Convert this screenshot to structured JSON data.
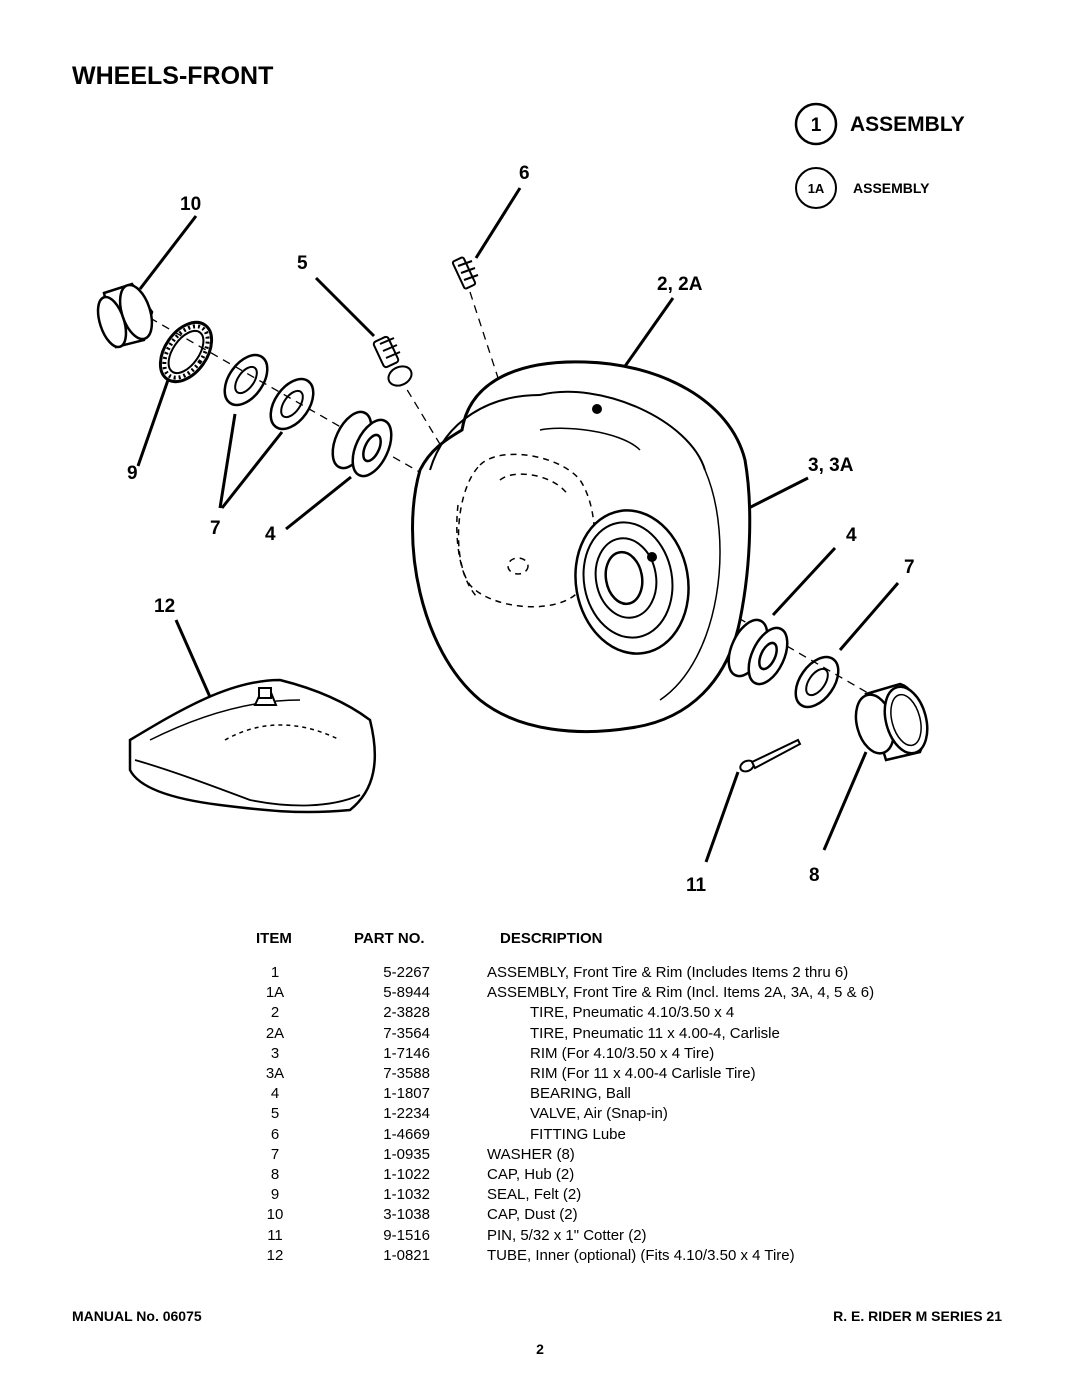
{
  "page": {
    "title": "WHEELS-FRONT",
    "manual_no": "MANUAL No. 06075",
    "series": "R. E. RIDER M SERIES 21",
    "page_number": "2"
  },
  "legend": {
    "assembly_1_num": "1",
    "assembly_1_label": "ASSEMBLY",
    "assembly_1a_num": "1A",
    "assembly_1a_label": "ASSEMBLY"
  },
  "callouts": {
    "c6": "6",
    "c10": "10",
    "c5": "5",
    "c2": "2, 2A",
    "c3": "3, 3A",
    "c9": "9",
    "c7a": "7",
    "c4a": "4",
    "c4b": "4",
    "c7b": "7",
    "c12": "12",
    "c11": "11",
    "c8": "8"
  },
  "table": {
    "headers": {
      "item": "ITEM",
      "part": "PART NO.",
      "description": "DESCRIPTION"
    },
    "rows": [
      {
        "item": "1",
        "part": "5-2267",
        "description": "ASSEMBLY, Front Tire & Rim (Includes Items 2 thru 6)",
        "indent": false
      },
      {
        "item": "1A",
        "part": "5-8944",
        "description": "ASSEMBLY, Front Tire & Rim (Incl. Items 2A, 3A, 4, 5 & 6)",
        "indent": false
      },
      {
        "item": "2",
        "part": "2-3828",
        "description": "TIRE, Pneumatic 4.10/3.50 x 4",
        "indent": true
      },
      {
        "item": "2A",
        "part": "7-3564",
        "description": "TIRE, Pneumatic 11 x 4.00-4, Carlisle",
        "indent": true
      },
      {
        "item": "3",
        "part": "1-7146",
        "description": "RIM (For 4.10/3.50 x 4 Tire)",
        "indent": true
      },
      {
        "item": "3A",
        "part": "7-3588",
        "description": "RIM (For 11 x 4.00-4 Carlisle Tire)",
        "indent": true
      },
      {
        "item": "4",
        "part": "1-1807",
        "description": "BEARING, Ball",
        "indent": true
      },
      {
        "item": "5",
        "part": "1-2234",
        "description": "VALVE, Air (Snap-in)",
        "indent": true
      },
      {
        "item": "6",
        "part": "1-4669",
        "description": "FITTING Lube",
        "indent": true
      },
      {
        "item": "7",
        "part": "1-0935",
        "description": "WASHER (8)",
        "indent": false
      },
      {
        "item": "8",
        "part": "1-1022",
        "description": "CAP, Hub (2)",
        "indent": false
      },
      {
        "item": "9",
        "part": "1-1032",
        "description": "SEAL, Felt (2)",
        "indent": false
      },
      {
        "item": "10",
        "part": "3-1038",
        "description": "CAP, Dust (2)",
        "indent": false
      },
      {
        "item": "11",
        "part": "9-1516",
        "description": "PIN, 5/32 x 1\" Cotter (2)",
        "indent": false
      },
      {
        "item": "12",
        "part": "1-0821",
        "description": "TUBE, Inner (optional) (Fits 4.10/3.50 x 4 Tire)",
        "indent": false
      }
    ]
  }
}
